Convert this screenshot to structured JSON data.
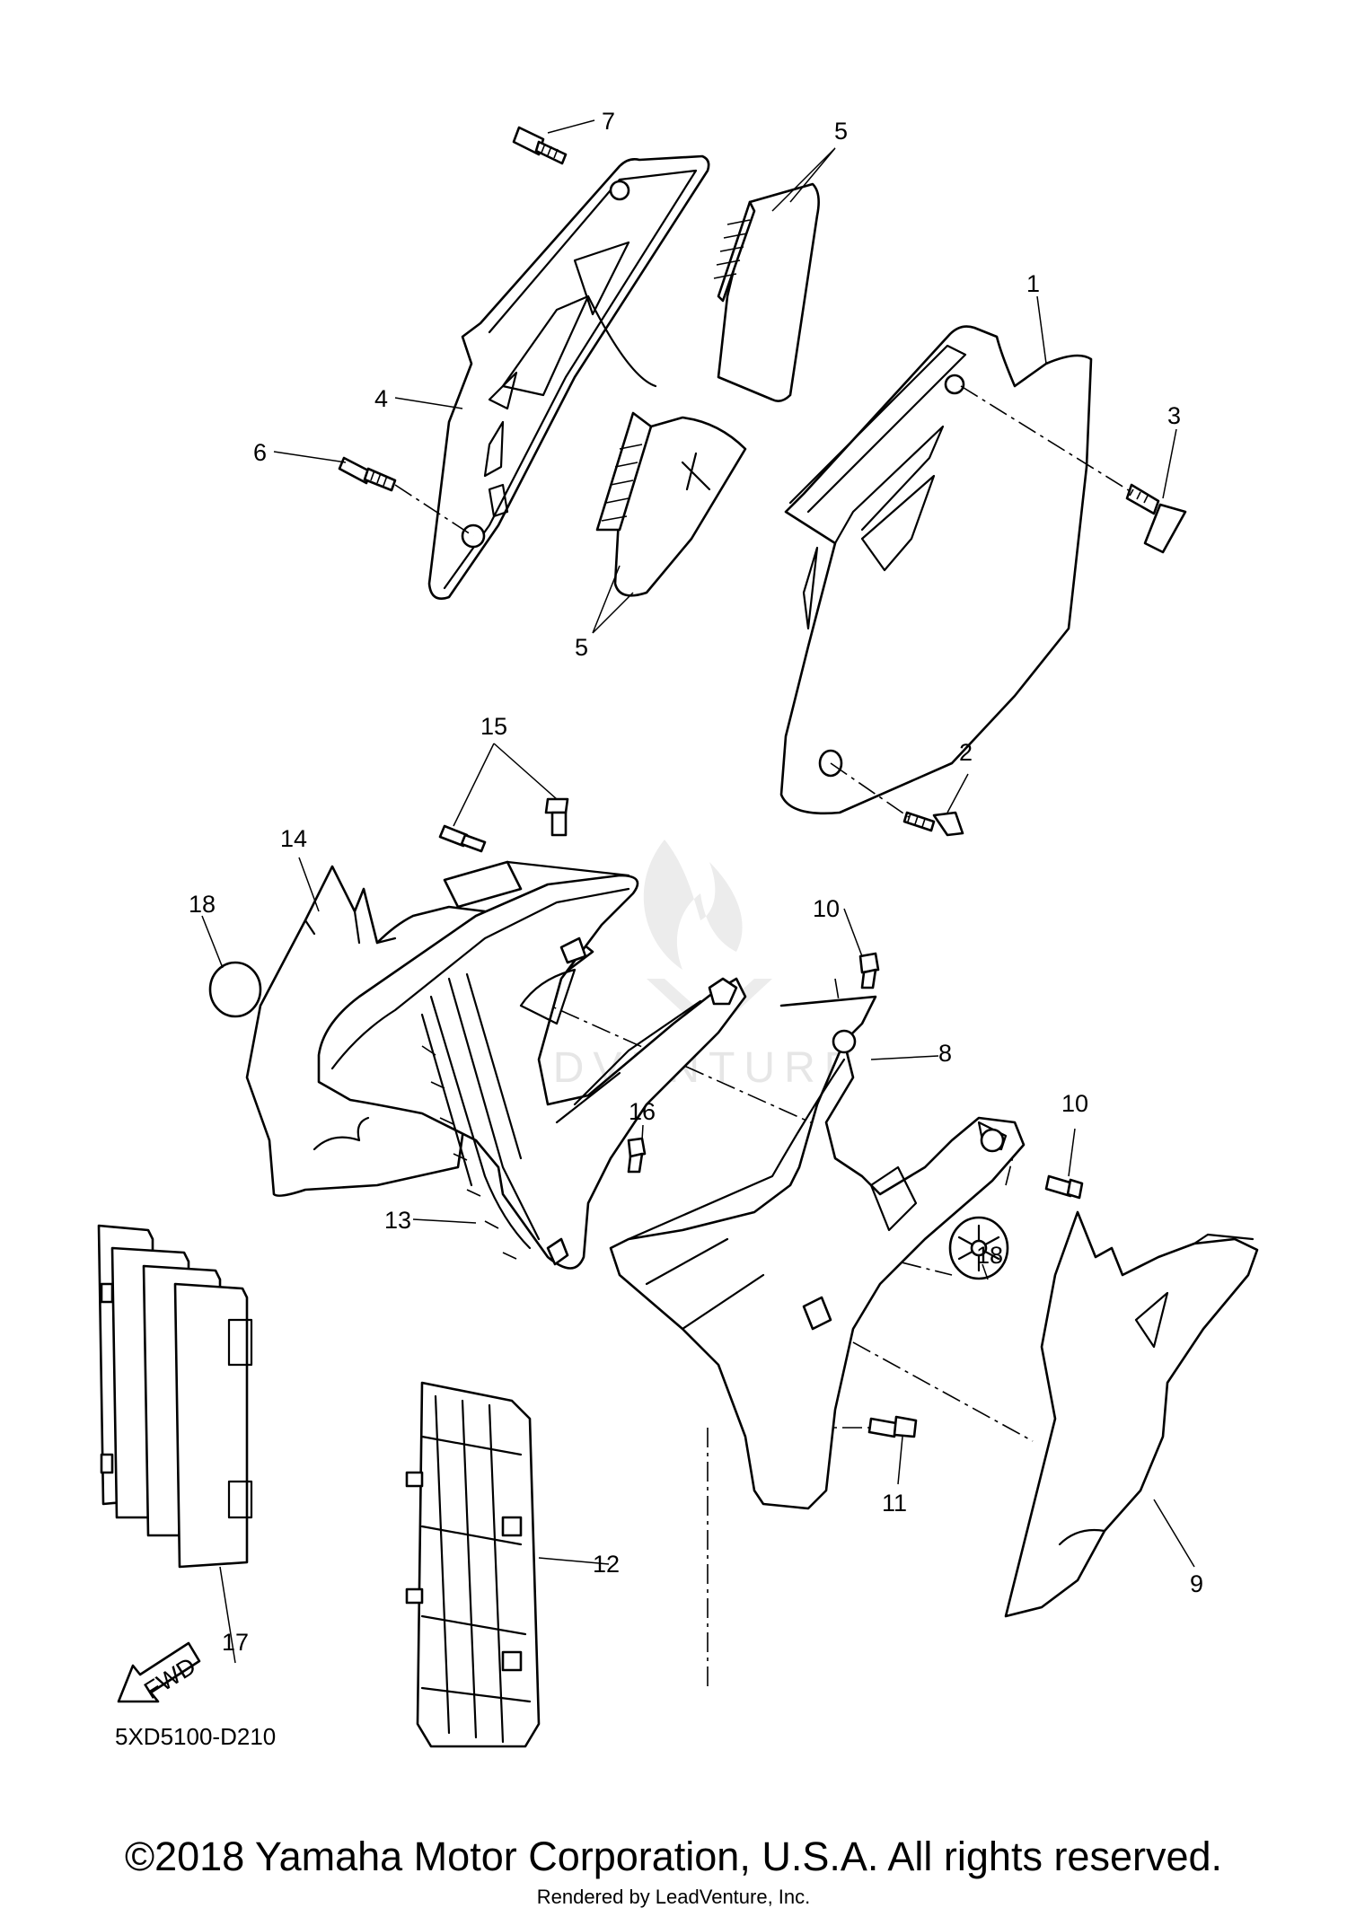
{
  "diagram": {
    "diagram_code": "5XD5100-D210",
    "fwd_label": "FWD",
    "callouts": {
      "c1": "1",
      "c2": "2",
      "c3": "3",
      "c4": "4",
      "c5a": "5",
      "c5b": "5",
      "c6": "6",
      "c7": "7",
      "c8": "8",
      "c9": "9",
      "c10a": "10",
      "c10b": "10",
      "c11": "11",
      "c12": "12",
      "c13": "13",
      "c14": "14",
      "c15": "15",
      "c16": "16",
      "c17": "17",
      "c18a": "18",
      "c18b": "18"
    },
    "watermark": "LEADVENTURE"
  },
  "footer": {
    "copyright": "©2018 Yamaha Motor Corporation, U.S.A. All rights reserved.",
    "rendered_by": "Rendered by LeadVenture, Inc."
  }
}
